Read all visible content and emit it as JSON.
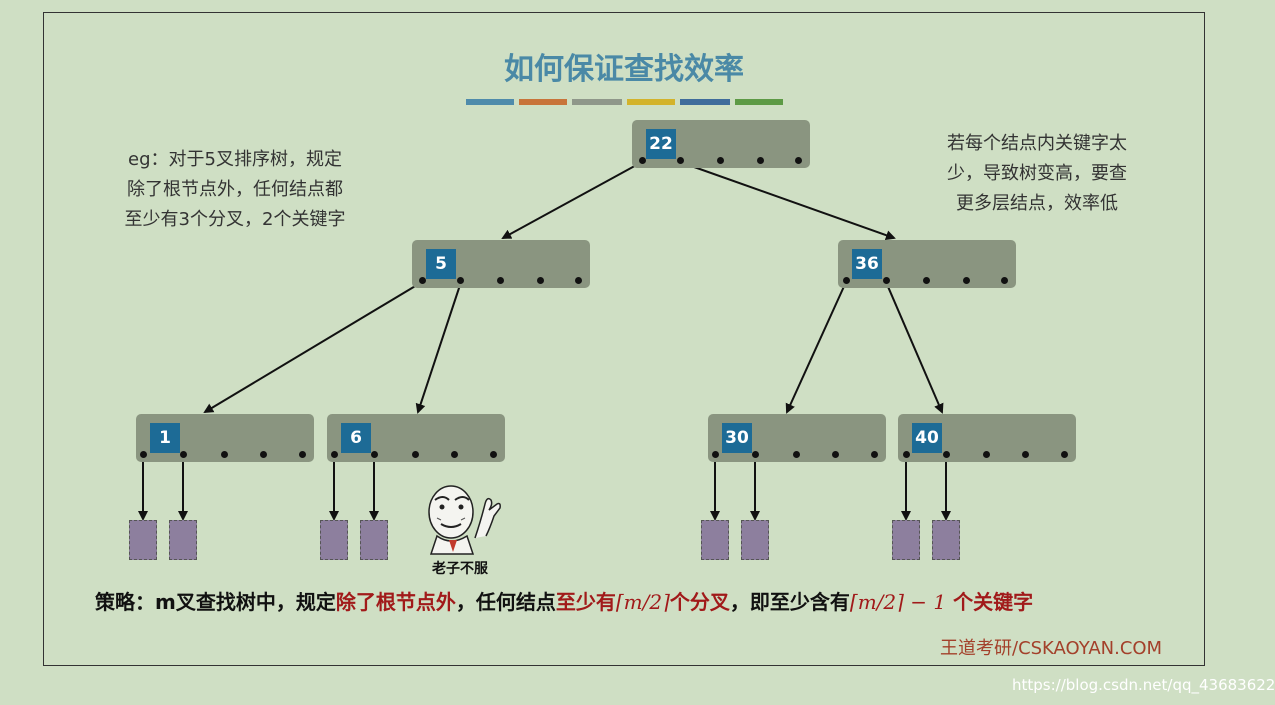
{
  "title": "如何保证查找效率",
  "title_bar_colors": [
    "#4f8bab",
    "#c8743a",
    "#8f978a",
    "#d3b32b",
    "#3f6c9b",
    "#5d9a45"
  ],
  "left_note": [
    "eg：对于5叉排序树，规定",
    "除了根节点外，任何结点都",
    "至少有3个分叉，2个关键字"
  ],
  "right_note": [
    "若每个结点内关键字太",
    "少，导致树变高，要查",
    "更多层结点，效率低"
  ],
  "tree": {
    "root": "22",
    "level2_left": "5",
    "level2_right": "36",
    "level3": [
      "1",
      "6",
      "30",
      "40"
    ]
  },
  "meme_caption": "老子不服",
  "strategy": {
    "prefix": "策略：m叉查找树中，规定",
    "hl1": "除了根节点外",
    "mid1": "，任何结点",
    "hl2": "至少有",
    "math1": "⌈m/2⌉",
    "hl3": "个分叉",
    "mid2": "，即至少含有",
    "math2": "⌈m/2⌉ − 1",
    "suffix": " 个关键字"
  },
  "source": "王道考研/CSKAOYAN.COM",
  "watermark": "https://blog.csdn.net/qq_43683622"
}
